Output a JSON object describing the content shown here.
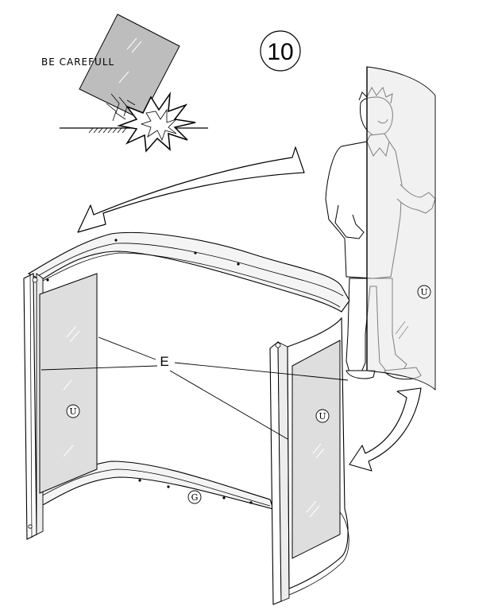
{
  "warning": {
    "text": "BE CAREFULL"
  },
  "step": {
    "number": "10"
  },
  "labels": {
    "E": "E",
    "U_left": "U",
    "U_right": "U",
    "U_person": "U",
    "G": "G"
  }
}
